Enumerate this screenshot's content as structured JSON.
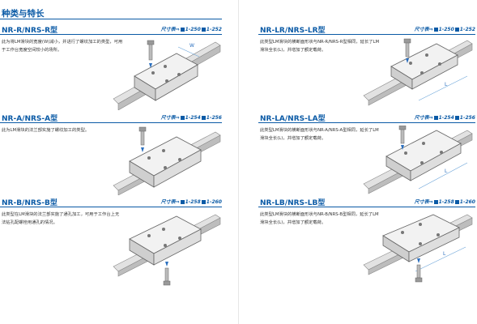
{
  "page_title": "种类与特长",
  "sections": {
    "nr_r": {
      "title": "NR-R/NRS-R型",
      "ref": "尺寸表⇒",
      "pages": [
        "1-250",
        "1-252"
      ],
      "desc": "此为将LM滑块的宽度(W)减小，并进行了螺纹加工的类型，可用于工作台宽度空间较小的场所。",
      "label_w": "W"
    },
    "nr_a": {
      "title": "NR-A/NRS-A型",
      "ref": "尺寸表⇒",
      "pages": [
        "1-254",
        "1-256"
      ],
      "desc": "此为LM滑块的法兰部实施了螺纹加工的类型。"
    },
    "nr_b": {
      "title": "NR-B/NRS-B型",
      "ref": "尺寸表⇒",
      "pages": [
        "1-258",
        "1-260"
      ],
      "desc": "此类型在LM滑块的法兰部实施了通孔加工，可用于工作台上无法钻孔配螺栓用通孔的情况。"
    },
    "nr_lr": {
      "title": "NR-LR/NRS-LR型",
      "ref": "尺寸表⇒",
      "pages": [
        "1-250",
        "1-252"
      ],
      "desc": "此类型LM滑块的横断面形状与NR-R/NRS-R型相同，延长了LM滑块全长(L)，并增加了额定载荷。",
      "label_l": "L"
    },
    "nr_la": {
      "title": "NR-LA/NRS-LA型",
      "ref": "尺寸表⇒",
      "pages": [
        "1-254",
        "1-256"
      ],
      "desc": "此类型LM滑块的横断面形状与NR-A/NRS-A型相同，延长了LM滑块全长(L)，并增加了额定载荷。",
      "label_l": "L"
    },
    "nr_lb": {
      "title": "NR-LB/NRS-LB型",
      "ref": "尺寸表⇒",
      "pages": [
        "1-258",
        "1-260"
      ],
      "desc": "此类型LM滑块的横断面形状与NR-B/NRS-B型相同，延长了LM滑块全长(L)，并增加了额定载荷。",
      "label_l": "L"
    }
  },
  "colors": {
    "accent": "#0a5aa6",
    "arrow": "#2a6fbf",
    "dim_line": "#6aa3d8",
    "steel_light": "#f2f2f2",
    "steel_mid": "#cfcfcf",
    "steel_dark": "#8a8a8a"
  }
}
